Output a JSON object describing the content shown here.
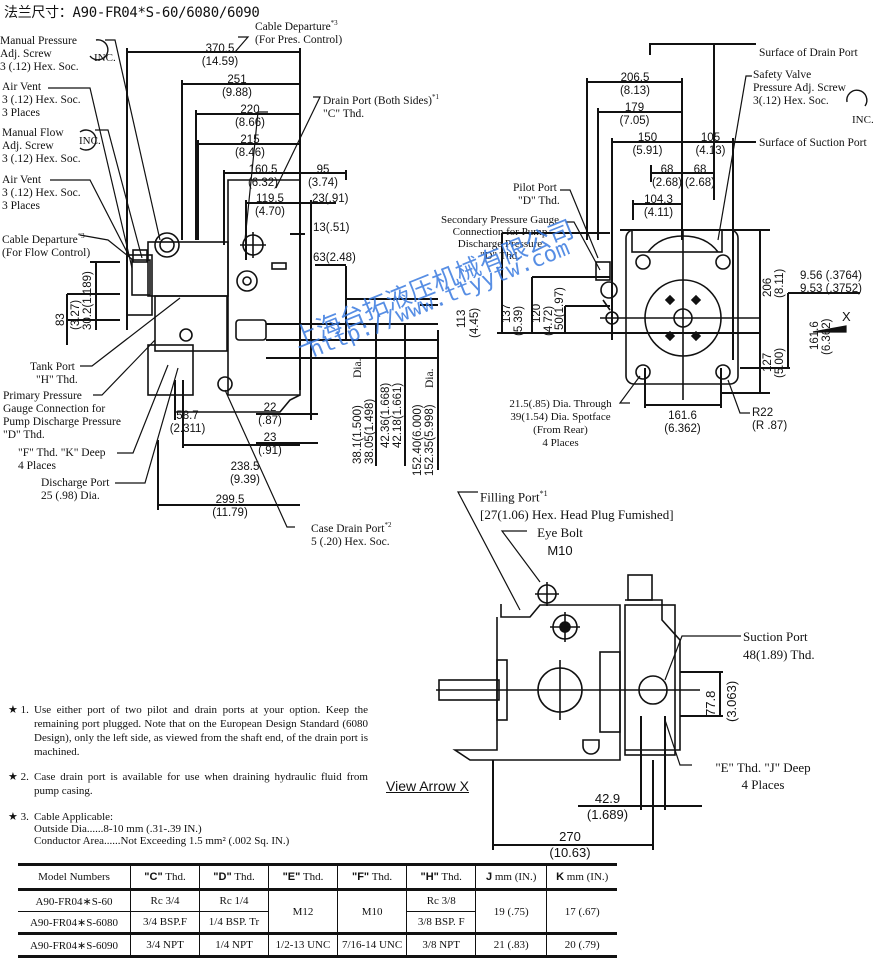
{
  "title": "法兰尺寸：A90-FR04*S-60/6080/6090",
  "side_view": {
    "labels": {
      "cable_pres": [
        "Cable Departure",
        "(For Pres. Control)"
      ],
      "cable_pres_note": "*3",
      "manual_pressure": [
        "Manual Pressure",
        "Adj. Screw",
        "3 (.12) Hex. Soc."
      ],
      "air_vent_1": [
        "Air Vent",
        "3 (.12) Hex. Soc.",
        "3 Places"
      ],
      "manual_flow": [
        "Manual Flow",
        "Adj. Screw",
        "3 (.12) Hex. Soc."
      ],
      "air_vent_2": [
        "Air Vent",
        "3 (.12) Hex. Soc.",
        "3 Places"
      ],
      "cable_flow": [
        "Cable Departure",
        "(For Flow Control)"
      ],
      "cable_flow_note": "*3",
      "inc": "INC.",
      "drain_port": [
        "Drain Port (Both Sides)",
        "\"C\" Thd."
      ],
      "drain_port_note": "*1",
      "tank_port": [
        "Tank Port",
        "\"H\" Thd."
      ],
      "primary_pressure": [
        "Primary Pressure",
        "Gauge Connection for",
        "Pump Discharge Pressure",
        "\"D\" Thd."
      ],
      "f_thd": [
        "\"F\" Thd. \"K\" Deep",
        "4 Places"
      ],
      "discharge_port": [
        "Discharge Port",
        "25 (.98) Dia."
      ],
      "case_drain": [
        "Case Drain Port",
        "5 (.20) Hex. Soc."
      ],
      "case_drain_note": "*2"
    },
    "dims": {
      "d370": [
        "370.5",
        "(14.59)"
      ],
      "d251": [
        "251",
        "(9.88)"
      ],
      "d220": [
        "220",
        "(8.66)"
      ],
      "d215": [
        "215",
        "(8.46)"
      ],
      "d160": [
        "160.5",
        "(6.32)"
      ],
      "d95": [
        "95",
        "(3.74)"
      ],
      "d119": [
        "119.5",
        "(4.70)"
      ],
      "d23a": "23(.91)",
      "d13": "13(.51)",
      "d63": "63(2.48)",
      "d83": "83",
      "d327": "(3.27)",
      "d302": "30.2(1.189)",
      "d58": [
        "58.7",
        "(2.311)"
      ],
      "d22": [
        "22",
        "(.87)"
      ],
      "d23b": [
        "23",
        "(.91)"
      ],
      "d238": [
        "238.5",
        "(9.39)"
      ],
      "d299": [
        "299.5",
        "(11.79)"
      ],
      "d113": "113",
      "d445": "(4.45)",
      "shaft_dia": [
        "38.1(1.500)",
        "38.05(1.498)",
        "Dia."
      ],
      "key": [
        "42.36(1.668)",
        "42.18(1.661)"
      ],
      "pilot_dia": [
        "152.40(6.000)",
        "152.35(5.998)",
        "Dia."
      ]
    }
  },
  "front_view": {
    "labels": {
      "surface_drain": "Surface of Drain Port",
      "safety_valve": [
        "Safety Valve",
        "Pressure Adj. Screw",
        "3(.12) Hex. Soc."
      ],
      "inc": "INC.",
      "surface_suction": "Surface of Suction Port",
      "pilot_port": [
        "Pilot Port",
        "\"D\" Thd."
      ],
      "secondary_pressure": [
        "Secondary Pressure Gauge",
        "Connection for Pump",
        "Discharge Pressure",
        "\"D\" Thd."
      ],
      "bolt_holes": [
        "21.5(.85) Dia. Through",
        "39(1.54) Dia. Spotface",
        "(From Rear)",
        "4 Places"
      ],
      "r22": [
        "R22",
        "(R .87)"
      ],
      "key_width": [
        "9.56 (.3764)",
        "9.53 (.3752)"
      ],
      "arrow_x": "X"
    },
    "dims": {
      "d206h": [
        "206.5",
        "(8.13)"
      ],
      "d179": [
        "179",
        "(7.05)"
      ],
      "d150": [
        "150",
        "(5.91)"
      ],
      "d105": [
        "105",
        "(4.13)"
      ],
      "d68a": [
        "68",
        "(2.68)"
      ],
      "d68b": [
        "68",
        "(2.68)"
      ],
      "d104": [
        "104.3",
        "(4.11)"
      ],
      "d137": [
        "137",
        "(5.39)"
      ],
      "d120": [
        "120",
        "(4.72)"
      ],
      "d50": "50(1.97)",
      "d206v": [
        "206",
        "(8.11)"
      ],
      "d127": [
        "127",
        "(5.00)"
      ],
      "d161v": [
        "161.6",
        "(6.362)"
      ],
      "d161h": [
        "161.6",
        "(6.362)"
      ]
    }
  },
  "view_x": {
    "caption": "View Arrow X",
    "labels": {
      "filling_port": [
        "Filling Port",
        "[27(1.06) Hex. Head Plug Fumished]"
      ],
      "filling_port_note": "*1",
      "eye_bolt": [
        "Eye Bolt",
        "M10"
      ],
      "suction_port": [
        "Suction Port",
        "48(1.89) Thd."
      ],
      "e_thd": [
        "\"E\" Thd. \"J\" Deep",
        "4 Places"
      ]
    },
    "dims": {
      "d77": [
        "77.8",
        "(3.063)"
      ],
      "d42": [
        "42.9",
        "(1.689)"
      ],
      "d270": [
        "270",
        "(10.63)"
      ]
    }
  },
  "notes": [
    {
      "mark": "★ 1.",
      "text": "Use either port of two pilot and drain ports at your option. Keep the remaining port plugged.  Note that on the European Design Standard (6080 Design), only the left side, as viewed from the shaft end, of the drain port is machined."
    },
    {
      "mark": "★ 2.",
      "text": "Case drain port is available for use when draining hydraulic fluid from pump casing."
    },
    {
      "mark": "★ 3.",
      "lines": [
        "Cable Applicable:",
        "Outside Dia......8-10 mm (.31-.39 IN.)",
        "Conductor Area......Not Exceeding 1.5 mm² (.002 Sq. IN.)"
      ]
    }
  ],
  "watermark": {
    "line1": "上海台拓液压机械有限公司",
    "line2": "http://www.ttyytw.com",
    "color": "#3a7be0"
  },
  "table": {
    "headers": [
      {
        "b": "",
        "t": "Model Numbers"
      },
      {
        "b": "\"C\"",
        "t": " Thd."
      },
      {
        "b": "\"D\"",
        "t": " Thd."
      },
      {
        "b": "\"E\"",
        "t": " Thd."
      },
      {
        "b": "\"F\"",
        "t": " Thd."
      },
      {
        "b": "\"H\"",
        "t": " Thd."
      },
      {
        "b": "J",
        "t": " mm (IN.)"
      },
      {
        "b": "K",
        "t": " mm (IN.)"
      }
    ],
    "rows": [
      {
        "model": "A90-FR04∗S-60",
        "c": "Rc 3/4",
        "d": "Rc 1/4",
        "e": "M12",
        "f": "M10",
        "h": "Rc 3/8",
        "j": "19 (.75)",
        "k": "17 (.67)"
      },
      {
        "model": "A90-FR04∗S-6080",
        "c": "3/4 BSP.F",
        "d": "1/4 BSP. Tr",
        "h": "3/8 BSP. F"
      },
      {
        "model": "A90-FR04∗S-6090",
        "c": "3/4 NPT",
        "d": "1/4 NPT",
        "e": "1/2-13 UNC",
        "f": "7/16-14 UNC",
        "h": "3/8 NPT",
        "j": "21 (.83)",
        "k": "20 (.79)"
      }
    ]
  }
}
